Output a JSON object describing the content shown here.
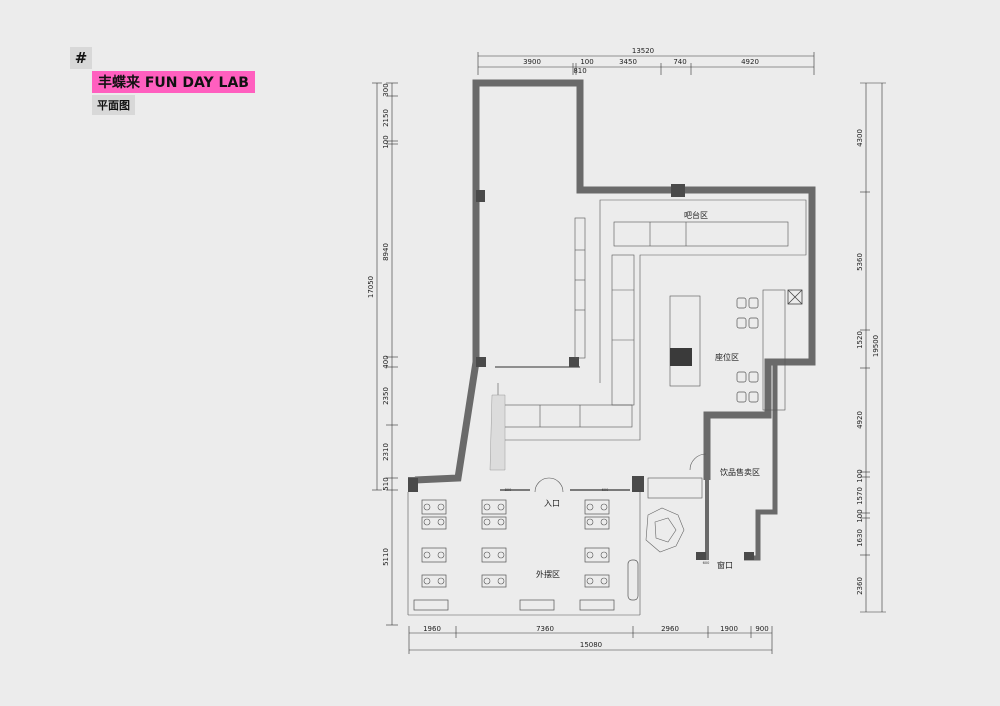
{
  "sheet": {
    "badge": "#",
    "title": "丰蝶来 FUN DAY LAB",
    "subtitle": "平面图"
  },
  "plan": {
    "top_total": "13520",
    "top_segments": [
      "3900",
      "100",
      "3450",
      "740",
      "4920"
    ],
    "top_sub": "810",
    "bottom_segments": [
      "1960",
      "7360",
      "2960",
      "1900",
      "900"
    ],
    "bottom_total": "15080",
    "left_segments": [
      "300",
      "2150",
      "100",
      "8940",
      "400",
      "2350",
      "2310",
      "510",
      "5110"
    ],
    "left_total": "17050",
    "right_segments": [
      "4300",
      "5360",
      "1520",
      "4920",
      "100",
      "1570",
      "100",
      "1630",
      "2360"
    ],
    "right_total": "19500",
    "zones": {
      "bar": "吧台区",
      "seating": "座位区",
      "drinks": "饮品售卖区",
      "entrance": "入口",
      "outdoor": "外摆区",
      "window": "窗口"
    },
    "small_labels": {
      "w1": "800",
      "w2": "600",
      "w3": "600"
    }
  }
}
